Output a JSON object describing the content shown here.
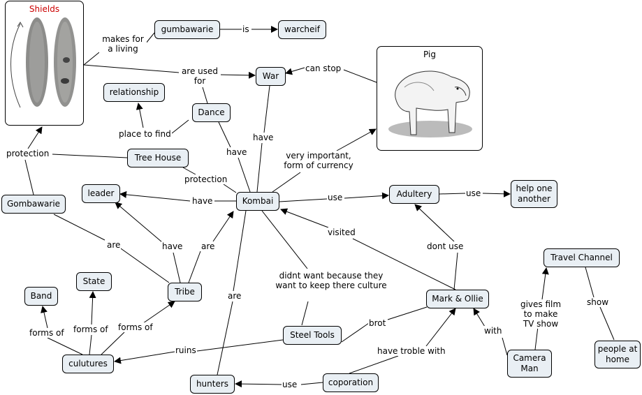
{
  "nodes": {
    "shields_title": "Shields",
    "pig_title": "Pig",
    "gumbawarie": "gumbawarie",
    "warcheif": "warcheif",
    "war": "War",
    "relationship": "relationship",
    "dance": "Dance",
    "tree_house": "Tree House",
    "leader": "leader",
    "kombai": "Kombai",
    "adultery": "Adultery",
    "help_one_another": "help one another",
    "gombawarie": "Gombawarie",
    "travel_channel": "Travel Channel",
    "state": "State",
    "band": "Band",
    "tribe": "Tribe",
    "mark_ollie": "Mark & Ollie",
    "steel_tools": "Steel Tools",
    "cultures": "cul​utures",
    "camera_man": "Camera Man",
    "people_at_home": "people at home",
    "hunters": "hunters",
    "coporation": "coporation"
  },
  "links": {
    "makes_for_living": "makes for a living",
    "is": "is",
    "are_used_for": "are used for",
    "can_stop": "can stop",
    "place_to_find": "place to find",
    "have_kombai_war": "have",
    "have_kombai_dance": "have",
    "very_important": "very important, form of currency",
    "protection_left": "protection",
    "protection_tree": "protection",
    "have_leader": "have",
    "use_adultery": "use",
    "use_help": "use",
    "visited": "visited",
    "dont_use": "dont use",
    "are_gombawarie": "are",
    "have_tribe": "have",
    "are_tribe": "are",
    "didnt_want": "didnt want because they want to keep there culture",
    "are_hunters": "are",
    "show": "show",
    "gives_film": "gives film to make TV show",
    "brot": "brot",
    "forms_of_band": "forms of",
    "forms_of_state": "forms of",
    "forms_of_tribe": "forms of",
    "ruins": "ruins",
    "with": "with",
    "have_troble": "have troble with",
    "use_hunters": "use"
  },
  "colors": {
    "node_fill": "#e9eff4",
    "shields_title": "#cc0000",
    "line": "#000000"
  }
}
